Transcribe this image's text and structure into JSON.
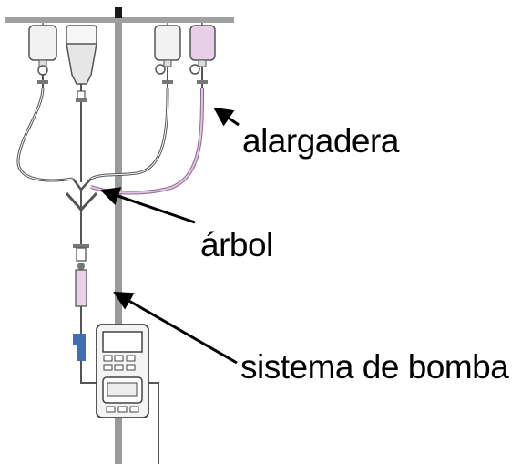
{
  "labels": {
    "extension": "alargadera",
    "tree": "árbol",
    "pump_system": "sistema de bomba"
  },
  "colors": {
    "pole": "#999999",
    "pole_cap": "#1a1a1a",
    "bag_fill": "#f2f2f2",
    "bag_fill_pink": "#e7cfe7",
    "tube": "#555555",
    "tube_pink": "#d8b6d8",
    "chamber_pink": "#ead0ea",
    "clamp_blue": "#3d6fb3",
    "arrow": "#000000"
  },
  "icons": [
    "iv-bag-icon",
    "iv-bag-icon",
    "iv-bag-icon",
    "iv-bag-icon",
    "infusion-pump-icon",
    "arrow-icon"
  ]
}
